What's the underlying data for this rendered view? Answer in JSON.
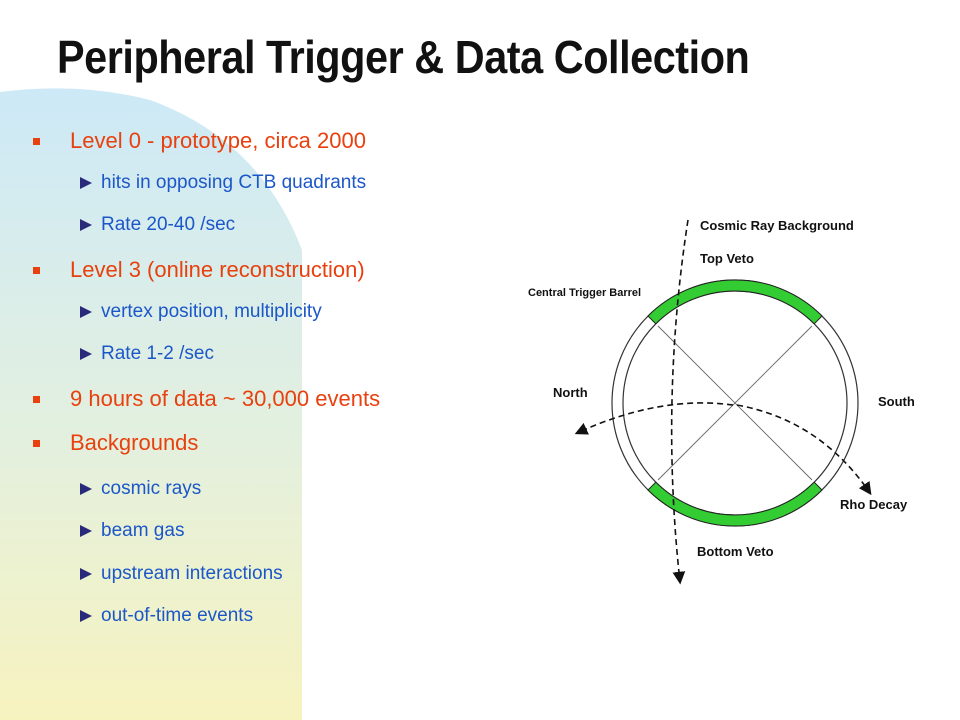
{
  "slide": {
    "title": "Peripheral Trigger & Data Collection",
    "bullets": [
      {
        "text": "Level 0 - prototype, circa 2000",
        "sub": [
          "hits in opposing CTB quadrants",
          "Rate 20-40 /sec"
        ]
      },
      {
        "text": "Level 3 (online reconstruction)",
        "sub": [
          "vertex position, multiplicity",
          "Rate 1-2 /sec"
        ]
      },
      {
        "text": "9 hours of data ~ 30,000 events",
        "sub": []
      },
      {
        "text": "Backgrounds",
        "sub": [
          "cosmic rays",
          "beam gas",
          "upstream interactions",
          "out-of-time events"
        ]
      }
    ]
  },
  "diagram": {
    "labels": {
      "cosmic": "Cosmic Ray Background",
      "top_veto": "Top Veto",
      "ctb": "Central Trigger Barrel",
      "north": "North",
      "south": "South",
      "rho": "Rho Decay",
      "bottom_veto": "Bottom Veto"
    }
  },
  "colors": {
    "title": "#111111",
    "level1": "#e8400e",
    "level2": "#1c57c9",
    "veto": "#33cc33",
    "background_gradient": [
      "#cde9f7",
      "#f7f3bf"
    ]
  }
}
